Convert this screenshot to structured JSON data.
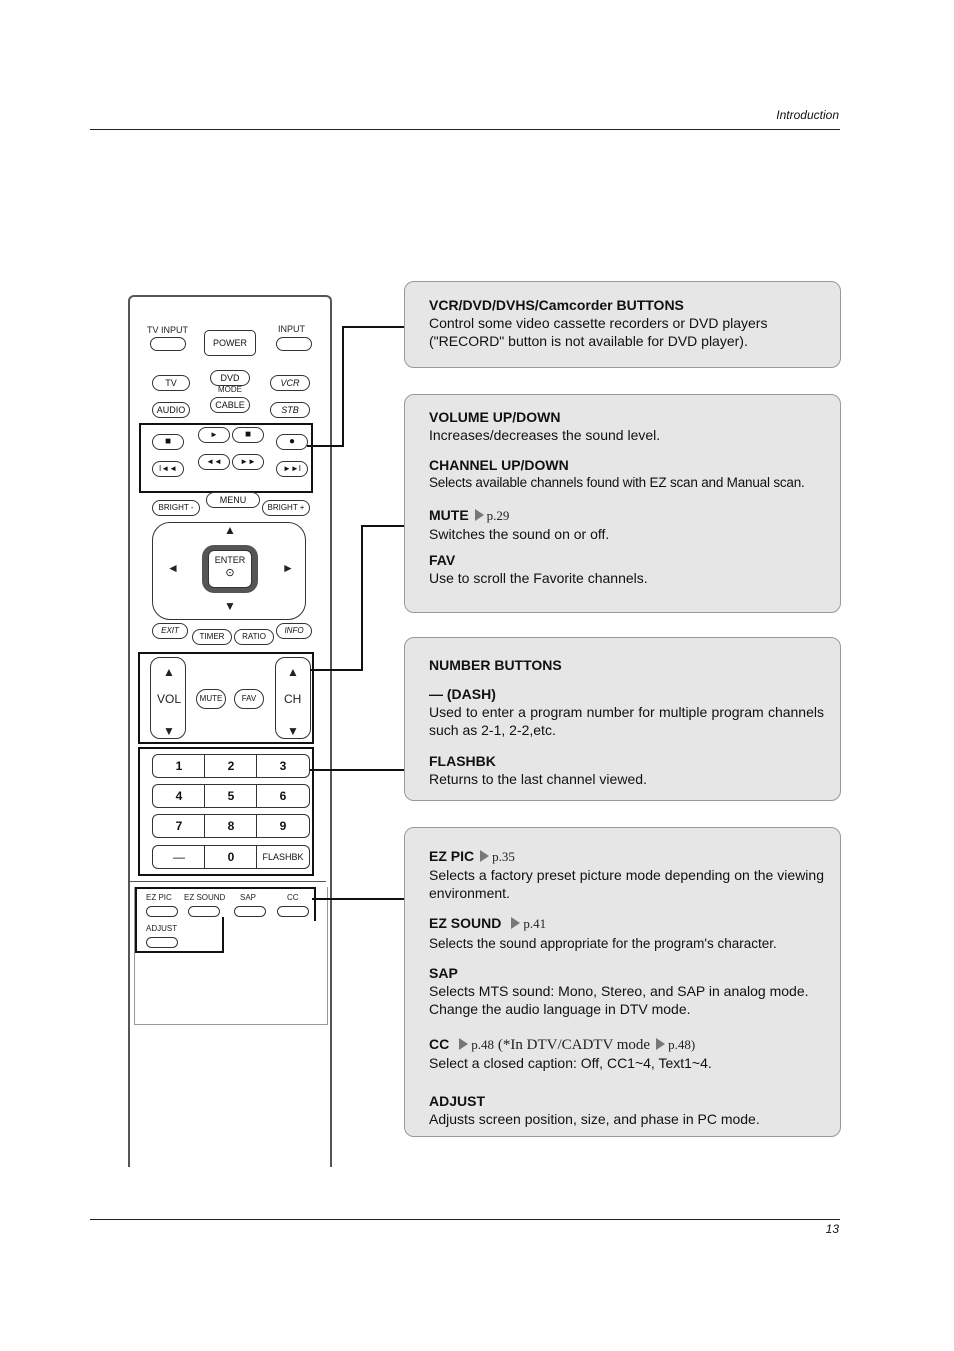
{
  "header": {
    "section": "Introduction"
  },
  "footer": {
    "page_number": "13"
  },
  "remote": {
    "tv_input": "TV INPUT",
    "input": "INPUT",
    "power": "POWER",
    "tv": "TV",
    "dvd": "DVD",
    "mode": "MODE",
    "vcr": "VCR",
    "audio": "AUDIO",
    "cable": "CABLE",
    "stb": "STB",
    "bright_minus": "BRIGHT -",
    "menu": "MENU",
    "bright_plus": "BRIGHT +",
    "enter": "ENTER",
    "exit": "EXIT",
    "timer": "TIMER",
    "ratio": "RATIO",
    "info": "INFO",
    "vol": "VOL",
    "mute": "MUTE",
    "fav": "FAV",
    "ch": "CH",
    "keys": [
      "1",
      "2",
      "3",
      "4",
      "5",
      "6",
      "7",
      "8",
      "9",
      "—",
      "0",
      "FLASHBK"
    ],
    "ez_pic": "EZ PIC",
    "ez_sound": "EZ SOUND",
    "sap": "SAP",
    "cc": "CC",
    "adjust": "ADJUST",
    "icons": {
      "stop": "■",
      "play": "►",
      "record": "●",
      "rewind": "◄◄",
      "ffwd": "►►",
      "skip_back": "I◄◄",
      "skip_fwd": "►►I",
      "up": "▲",
      "down": "▼",
      "left": "◄",
      "right": "►",
      "enter_dot": "⊙"
    }
  },
  "callouts": {
    "vcr": {
      "title": "VCR/DVD/DVHS/Camcorder BUTTONS",
      "line1": "Control some video cassette recorders or DVD players",
      "line2": "(\"RECORD\" button is not available for DVD player)."
    },
    "volume": {
      "vol_title": "VOLUME UP/DOWN",
      "vol_desc": "Increases/decreases the sound level.",
      "ch_title": "CHANNEL UP/DOWN",
      "ch_desc": "Selects available channels found with EZ scan and Manual scan.",
      "mute_title": "MUTE",
      "mute_ref": "p.29",
      "mute_desc": "Switches the sound on or off.",
      "fav_title": "FAV",
      "fav_desc": "Use to scroll the Favorite channels."
    },
    "number": {
      "title": "NUMBER BUTTONS",
      "dash_title": "— (DASH)",
      "dash_desc": "Used to enter a program number for multiple program channels such as 2-1, 2-2,etc.",
      "flashbk_title": "FLASHBK",
      "flashbk_desc": "Returns to the last channel viewed."
    },
    "ez": {
      "ezpic_title": "EZ PIC",
      "ezpic_ref": "p.35",
      "ezpic_desc": "Selects a factory preset picture mode depending on the viewing environment.",
      "ezsound_title": "EZ SOUND",
      "ezsound_ref": "p.41",
      "ezsound_desc": "Selects the sound appropriate for the program's character.",
      "sap_title": "SAP",
      "sap_desc1": "Selects MTS sound: Mono, Stereo, and SAP in analog mode.",
      "sap_desc2": "Change the audio language in DTV mode.",
      "cc_title": "CC",
      "cc_ref": "p.48",
      "cc_note": "(*In DTV/CADTV mode",
      "cc_ref2": "p.48)",
      "cc_desc": "Select a closed caption: Off, CC1~4, Text1~4.",
      "adjust_title": "ADJUST",
      "adjust_desc": "Adjusts screen position, size, and phase in PC mode."
    }
  }
}
